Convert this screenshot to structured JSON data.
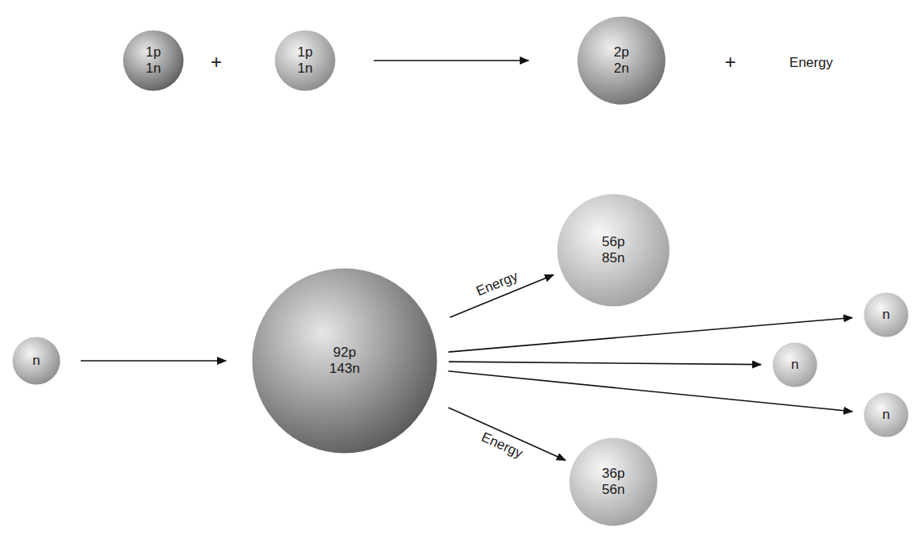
{
  "diagram": {
    "nodes": [
      {
        "text": [
          "1p",
          "1n"
        ]
      },
      {
        "text": [
          "1p",
          "1n"
        ]
      },
      {
        "text": [
          "2p",
          "2n"
        ]
      },
      {
        "text": [
          "n"
        ]
      },
      {
        "text": [
          "92p",
          "143n"
        ]
      },
      {
        "text": [
          "56p",
          "85n"
        ]
      },
      {
        "text": [
          "n"
        ]
      },
      {
        "text": [
          "n"
        ]
      },
      {
        "text": [
          "n"
        ]
      },
      {
        "text": [
          "36p",
          "56n"
        ]
      }
    ],
    "edges": [
      {
        "from": 1,
        "to": 2,
        "arrow": "to"
      },
      {
        "from": 3,
        "to": 4,
        "arrow": "to"
      },
      {
        "from": 4,
        "to": 5,
        "label": "Energy",
        "arrow": "to"
      },
      {
        "from": 4,
        "to": 6,
        "arrow": "to"
      },
      {
        "from": 4,
        "to": 7,
        "arrow": "to"
      },
      {
        "from": 4,
        "to": 8,
        "arrow": "to"
      },
      {
        "from": 4,
        "to": 9,
        "label": "Energy",
        "arrow": "to"
      }
    ],
    "labels": [
      "+",
      "+",
      "Energy"
    ]
  }
}
